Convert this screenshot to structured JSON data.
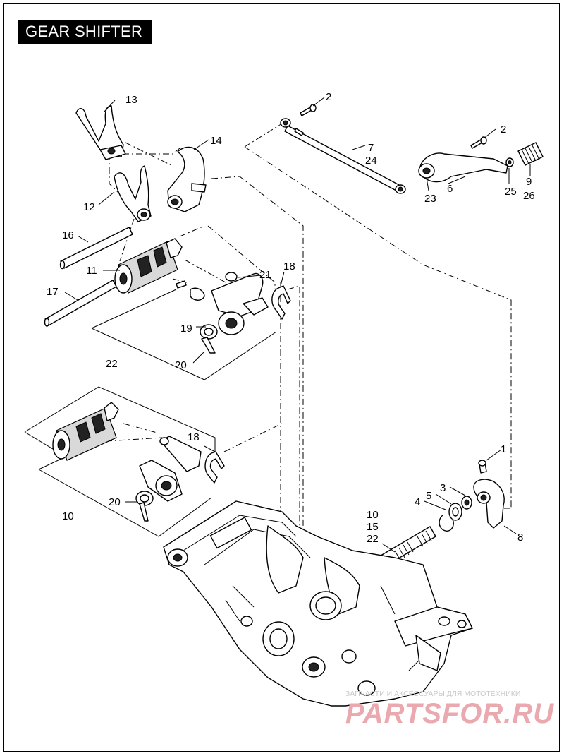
{
  "title": "GEAR SHIFTER",
  "callouts": {
    "c1": "1",
    "c2a": "2",
    "c2b": "2",
    "c3": "3",
    "c4": "4",
    "c5": "5",
    "c6": "6",
    "c7": "7",
    "c8": "8",
    "c9": "9",
    "c10a": "10",
    "c10b": "10",
    "c11": "11",
    "c12": "12",
    "c13": "13",
    "c14": "14",
    "c15": "15",
    "c16": "16",
    "c17": "17",
    "c18a": "18",
    "c18b": "18",
    "c19": "19",
    "c20a": "20",
    "c20b": "20",
    "c21": "21",
    "c22a": "22",
    "c22b": "22",
    "c23": "23",
    "c24": "24",
    "c25": "25",
    "c26": "26"
  },
  "watermark": {
    "tagline": "ЗАПЧАСТИ И АКСЕССУАРЫ ДЛЯ МОТОТЕХНИКИ",
    "brand": "PARTSFOR.RU"
  }
}
